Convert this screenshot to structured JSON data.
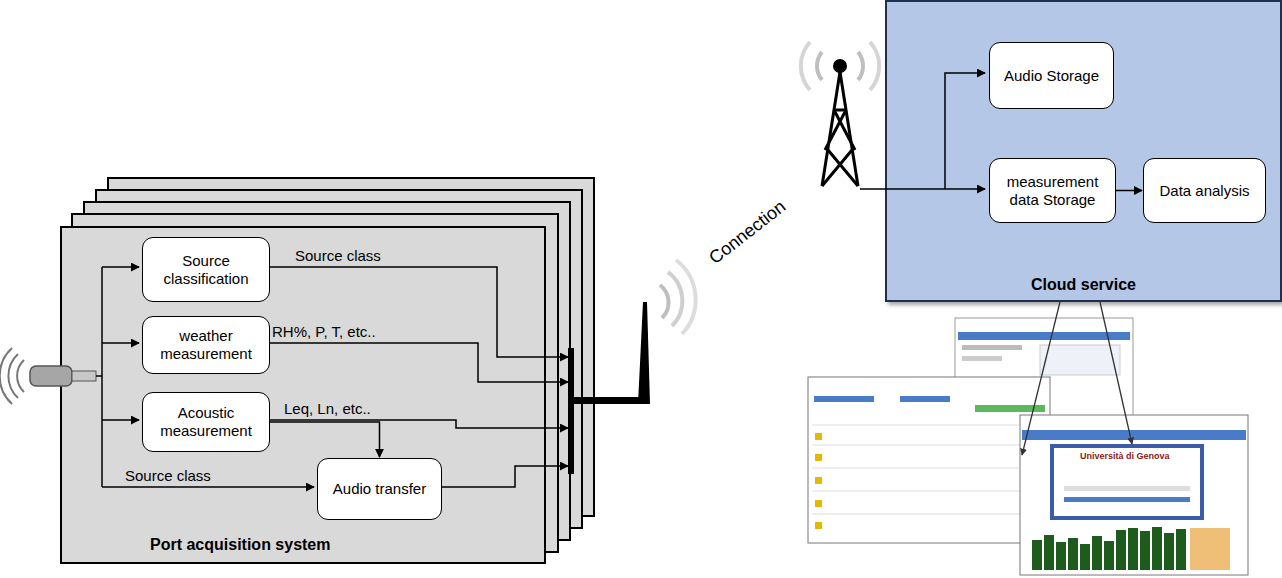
{
  "diagram": {
    "nodes": [
      {
        "text": [
          "Port acquisition system"
        ]
      },
      {
        "text": [
          "Source classification"
        ],
        "in": 0
      },
      {
        "text": [
          "weather measurement"
        ],
        "in": 0
      },
      {
        "text": [
          "Acoustic measurement"
        ],
        "in": 0
      },
      {
        "text": [
          "Audio transfer"
        ],
        "in": 0
      },
      {
        "text": [
          "Cloud service"
        ]
      },
      {
        "text": [
          "Audio Storage"
        ],
        "in": 5
      },
      {
        "text": [
          "measurement data Storage"
        ],
        "in": 5
      },
      {
        "text": [
          "Data analysis"
        ],
        "in": 5
      }
    ],
    "edges": [
      {
        "from": 3,
        "to": 4,
        "arrow": "to"
      },
      {
        "from": 7,
        "to": 8,
        "arrow": "to"
      }
    ],
    "labels": [
      "Source class",
      "RH%, P, T, etc..",
      "Leq, Ln, etc..",
      "Source class",
      "Connection",
      "Università di Genova"
    ]
  }
}
